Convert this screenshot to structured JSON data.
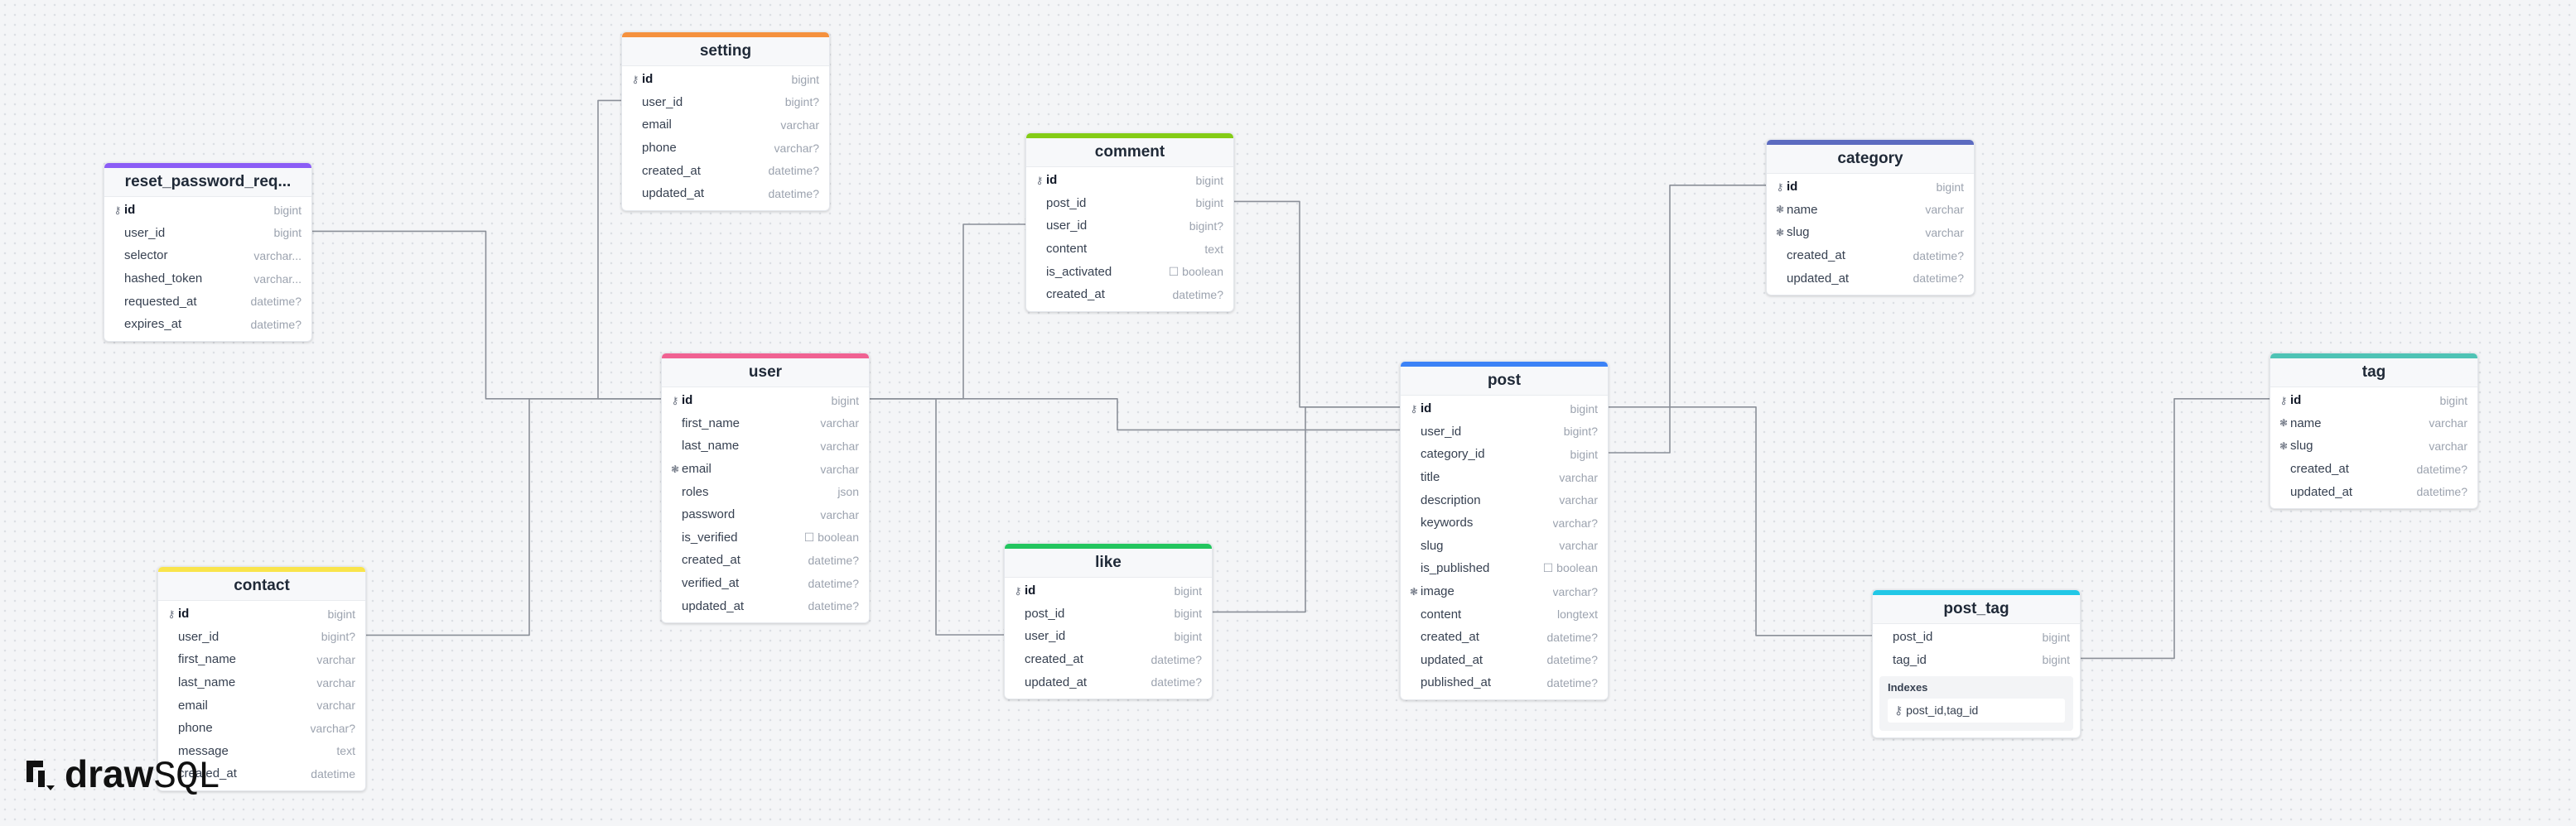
{
  "app": {
    "logo_bold": "draw",
    "logo_light": "SQL"
  },
  "tables": [
    {
      "key": "setting",
      "name": "setting",
      "color": "#f5913e",
      "columns": [
        {
          "name": "id",
          "type": "bigint",
          "pk": true,
          "icon": "key"
        },
        {
          "name": "user_id",
          "type": "bigint?"
        },
        {
          "name": "email",
          "type": "varchar"
        },
        {
          "name": "phone",
          "type": "varchar?"
        },
        {
          "name": "created_at",
          "type": "datetime?"
        },
        {
          "name": "updated_at",
          "type": "datetime?"
        }
      ]
    },
    {
      "key": "comment",
      "name": "comment",
      "color": "#84cc16",
      "columns": [
        {
          "name": "id",
          "type": "bigint",
          "pk": true,
          "icon": "key"
        },
        {
          "name": "post_id",
          "type": "bigint"
        },
        {
          "name": "user_id",
          "type": "bigint?"
        },
        {
          "name": "content",
          "type": "text"
        },
        {
          "name": "is_activated",
          "type": "boolean",
          "typeIcon": "checkbox"
        },
        {
          "name": "created_at",
          "type": "datetime?"
        }
      ]
    },
    {
      "key": "category",
      "name": "category",
      "color": "#5c6bc0",
      "columns": [
        {
          "name": "id",
          "type": "bigint",
          "pk": true,
          "icon": "key"
        },
        {
          "name": "name",
          "type": "varchar",
          "icon": "unique"
        },
        {
          "name": "slug",
          "type": "varchar",
          "icon": "unique"
        },
        {
          "name": "created_at",
          "type": "datetime?"
        },
        {
          "name": "updated_at",
          "type": "datetime?"
        }
      ]
    },
    {
      "key": "reset",
      "name": "reset_password_req...",
      "color": "#8b5cf6",
      "columns": [
        {
          "name": "id",
          "type": "bigint",
          "pk": true,
          "icon": "key"
        },
        {
          "name": "user_id",
          "type": "bigint"
        },
        {
          "name": "selector",
          "type": "varchar..."
        },
        {
          "name": "hashed_token",
          "type": "varchar..."
        },
        {
          "name": "requested_at",
          "type": "datetime?"
        },
        {
          "name": "expires_at",
          "type": "datetime?"
        }
      ]
    },
    {
      "key": "user",
      "name": "user",
      "color": "#f06292",
      "columns": [
        {
          "name": "id",
          "type": "bigint",
          "pk": true,
          "icon": "key"
        },
        {
          "name": "first_name",
          "type": "varchar"
        },
        {
          "name": "last_name",
          "type": "varchar"
        },
        {
          "name": "email",
          "type": "varchar",
          "icon": "unique"
        },
        {
          "name": "roles",
          "type": "json"
        },
        {
          "name": "password",
          "type": "varchar"
        },
        {
          "name": "is_verified",
          "type": "boolean",
          "typeIcon": "checkbox"
        },
        {
          "name": "created_at",
          "type": "datetime?"
        },
        {
          "name": "verified_at",
          "type": "datetime?"
        },
        {
          "name": "updated_at",
          "type": "datetime?"
        }
      ]
    },
    {
      "key": "post",
      "name": "post",
      "color": "#3b82f6",
      "columns": [
        {
          "name": "id",
          "type": "bigint",
          "pk": true,
          "icon": "key"
        },
        {
          "name": "user_id",
          "type": "bigint?"
        },
        {
          "name": "category_id",
          "type": "bigint"
        },
        {
          "name": "title",
          "type": "varchar"
        },
        {
          "name": "description",
          "type": "varchar"
        },
        {
          "name": "keywords",
          "type": "varchar?"
        },
        {
          "name": "slug",
          "type": "varchar"
        },
        {
          "name": "is_published",
          "type": "boolean",
          "typeIcon": "checkbox"
        },
        {
          "name": "image",
          "type": "varchar?",
          "icon": "unique"
        },
        {
          "name": "content",
          "type": "longtext"
        },
        {
          "name": "created_at",
          "type": "datetime?"
        },
        {
          "name": "updated_at",
          "type": "datetime?"
        },
        {
          "name": "published_at",
          "type": "datetime?"
        }
      ]
    },
    {
      "key": "tag",
      "name": "tag",
      "color": "#4fc3b5",
      "columns": [
        {
          "name": "id",
          "type": "bigint",
          "pk": true,
          "icon": "key"
        },
        {
          "name": "name",
          "type": "varchar",
          "icon": "unique"
        },
        {
          "name": "slug",
          "type": "varchar",
          "icon": "unique"
        },
        {
          "name": "created_at",
          "type": "datetime?"
        },
        {
          "name": "updated_at",
          "type": "datetime?"
        }
      ]
    },
    {
      "key": "like",
      "name": "like",
      "color": "#22c55e",
      "columns": [
        {
          "name": "id",
          "type": "bigint",
          "pk": true,
          "icon": "key"
        },
        {
          "name": "post_id",
          "type": "bigint"
        },
        {
          "name": "user_id",
          "type": "bigint"
        },
        {
          "name": "created_at",
          "type": "datetime?"
        },
        {
          "name": "updated_at",
          "type": "datetime?"
        }
      ]
    },
    {
      "key": "contact",
      "name": "contact",
      "color": "#f9e44b",
      "columns": [
        {
          "name": "id",
          "type": "bigint",
          "pk": true,
          "icon": "key"
        },
        {
          "name": "user_id",
          "type": "bigint?"
        },
        {
          "name": "first_name",
          "type": "varchar"
        },
        {
          "name": "last_name",
          "type": "varchar"
        },
        {
          "name": "email",
          "type": "varchar"
        },
        {
          "name": "phone",
          "type": "varchar?"
        },
        {
          "name": "message",
          "type": "text"
        },
        {
          "name": "created_at",
          "type": "datetime"
        }
      ]
    },
    {
      "key": "post_tag",
      "name": "post_tag",
      "color": "#22c7e6",
      "columns": [
        {
          "name": "post_id",
          "type": "bigint"
        },
        {
          "name": "tag_id",
          "type": "bigint"
        }
      ],
      "indexes_title": "Indexes",
      "indexes": [
        "post_id,tag_id"
      ]
    }
  ],
  "relations": [
    {
      "from": "user.id",
      "to": "setting.user_id"
    },
    {
      "from": "user.id",
      "to": "reset.user_id"
    },
    {
      "from": "user.id",
      "to": "comment.user_id"
    },
    {
      "from": "user.id",
      "to": "post.user_id"
    },
    {
      "from": "user.id",
      "to": "like.user_id"
    },
    {
      "from": "user.id",
      "to": "contact.user_id"
    },
    {
      "from": "post.id",
      "to": "comment.post_id"
    },
    {
      "from": "post.id",
      "to": "like.post_id"
    },
    {
      "from": "post.id",
      "to": "post_tag.post_id"
    },
    {
      "from": "category.id",
      "to": "post.category_id"
    },
    {
      "from": "tag.id",
      "to": "post_tag.tag_id"
    }
  ],
  "icons": {
    "key": "key-icon",
    "unique": "unique-index-icon",
    "checkbox": "checkbox-icon"
  }
}
